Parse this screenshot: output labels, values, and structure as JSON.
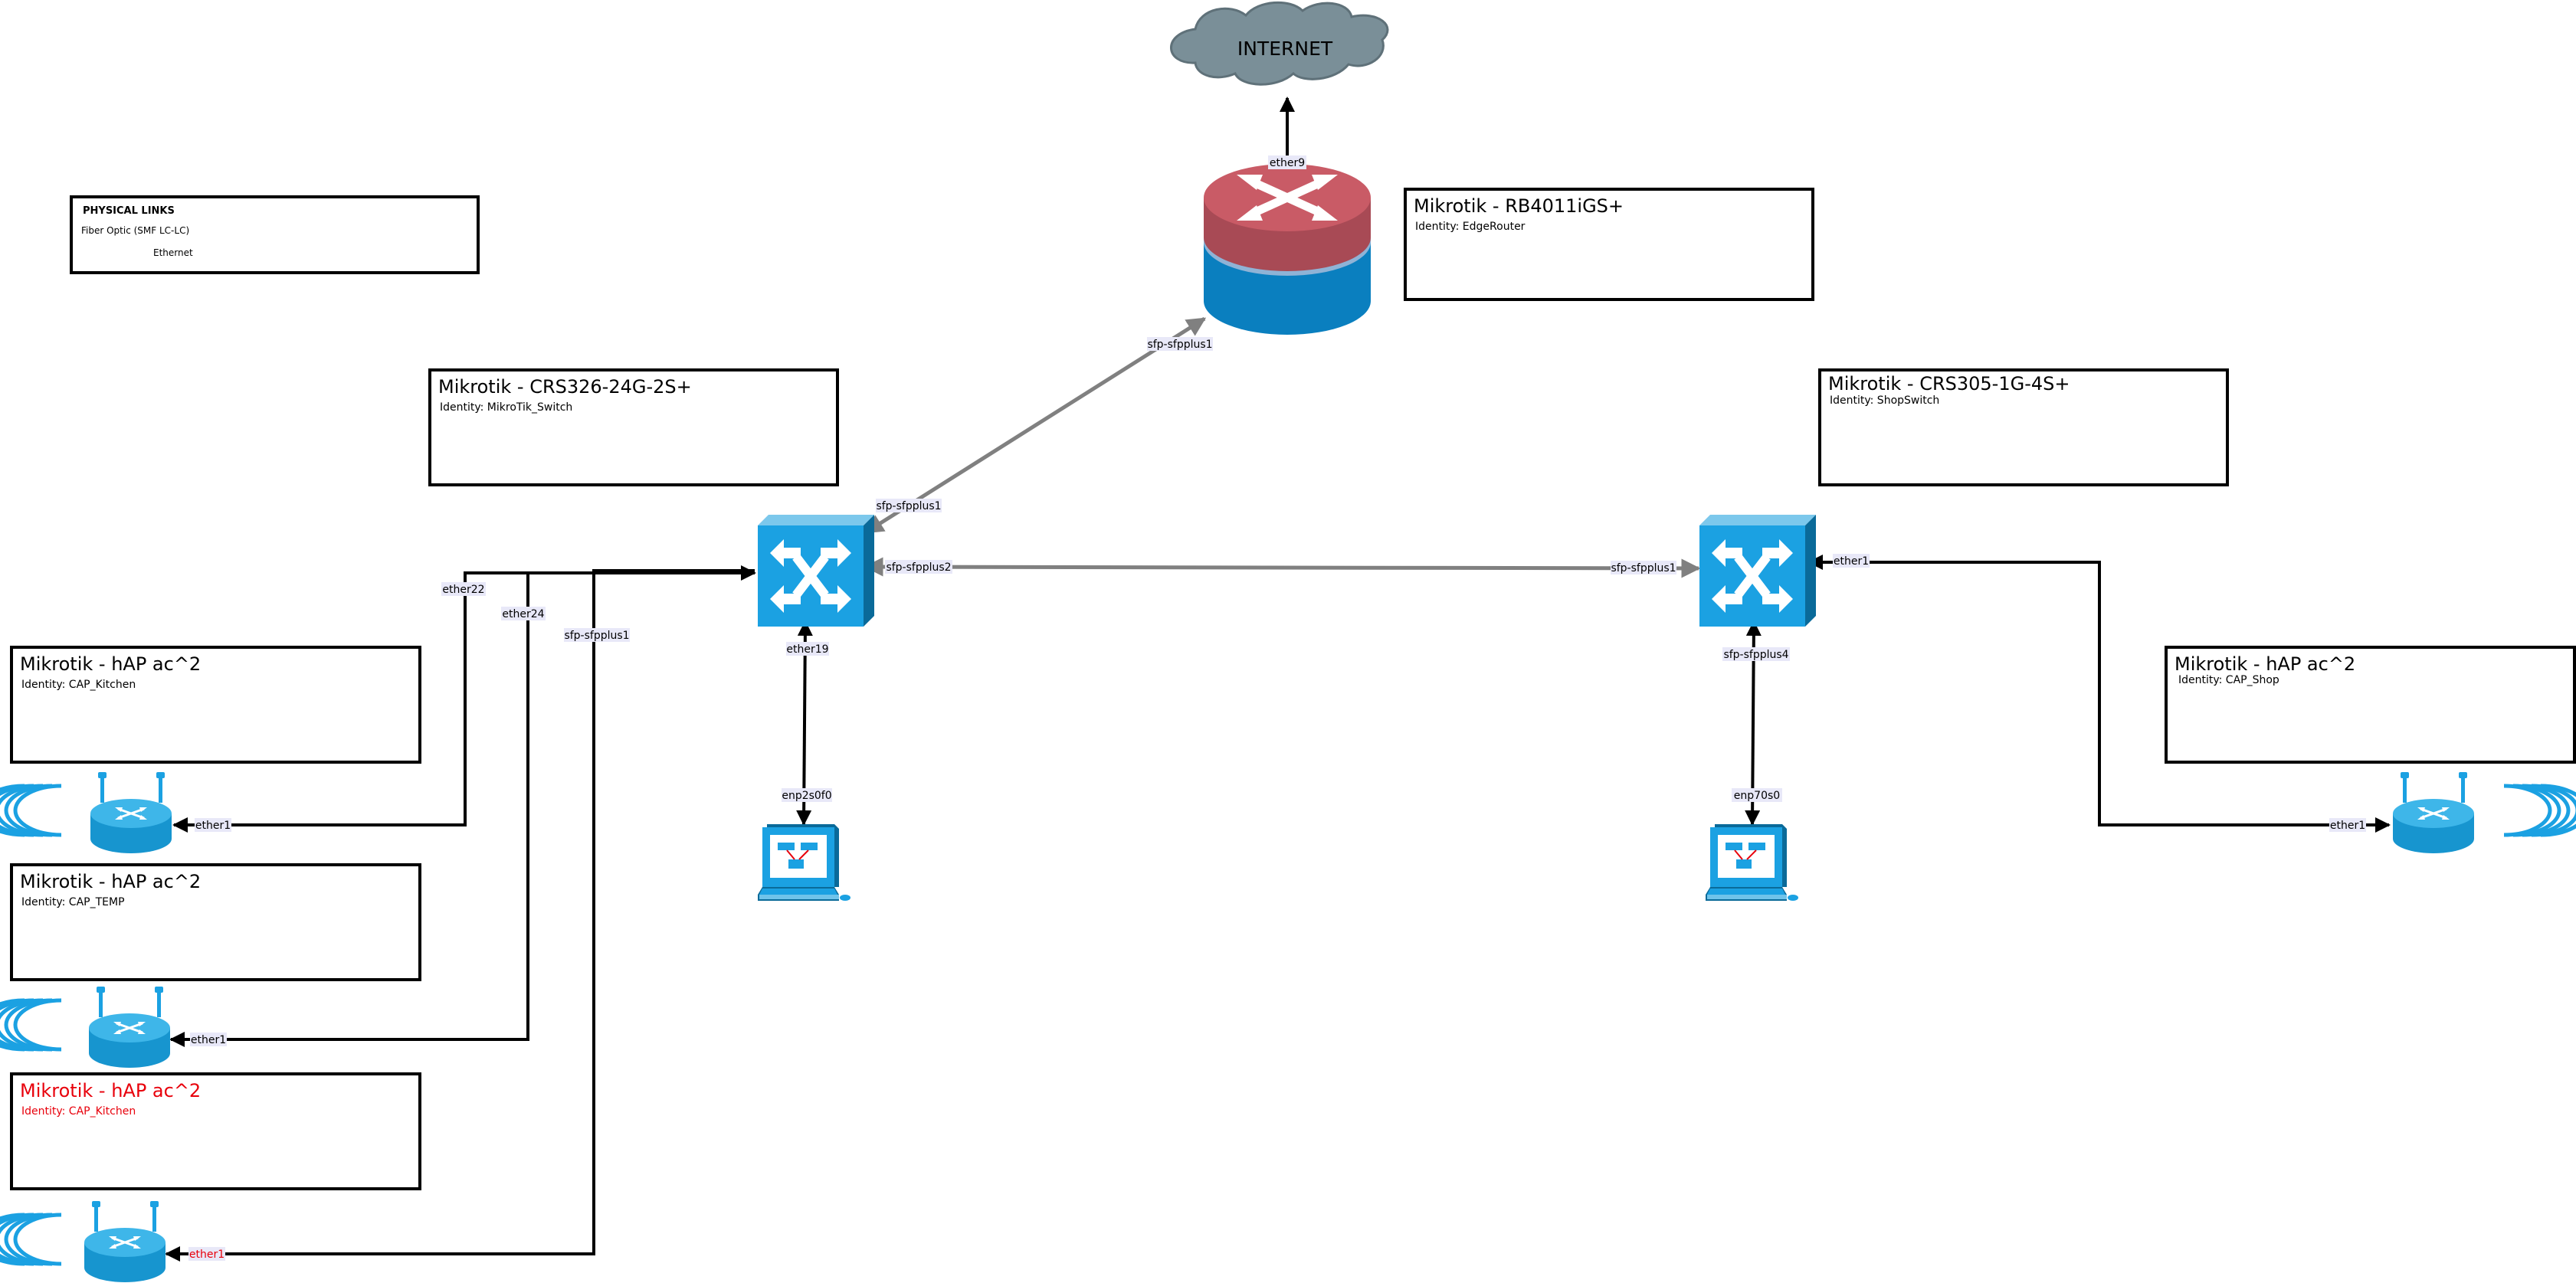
{
  "diagram": {
    "internet_label": "INTERNET",
    "legend": {
      "heading": "PHYSICAL LINKS",
      "fiber_label": "Fiber Optic (SMF LC-LC)",
      "ethernet_label": "Ethernet"
    },
    "devices": {
      "edge_router": {
        "title": "Mikrotik - RB4011iGS+",
        "identity": "Identity: EdgeRouter"
      },
      "main_switch": {
        "title": "Mikrotik - CRS326-24G-2S+",
        "identity": "Identity: MikroTik_Switch"
      },
      "shop_switch": {
        "title": "Mikrotik - CRS305-1G-4S+",
        "identity": "Identity: ShopSwitch"
      },
      "ap_kitchen": {
        "title": "Mikrotik - hAP ac^2",
        "identity": "Identity: CAP_Kitchen"
      },
      "ap_temp": {
        "title": "Mikrotik - hAP ac^2",
        "identity": "Identity: CAP_TEMP"
      },
      "ap_kitchen_alt": {
        "title": "Mikrotik - hAP ac^2",
        "identity": "Identity: CAP_Kitchen"
      },
      "ap_shop": {
        "title": "Mikrotik - hAP ac^2",
        "identity": "Identity: CAP_Shop"
      }
    },
    "ports": {
      "router_ether9": "ether9",
      "router_sfp": "sfp-sfpplus1",
      "switch_sfp1": "sfp-sfpplus1",
      "switch_sfp2": "sfp-sfpplus2",
      "switch_ether22": "ether22",
      "switch_ether24": "ether24",
      "switch_sfp1_b": "sfp-sfpplus1",
      "switch_ether19": "ether19",
      "pc1_nic": "enp2s0f0",
      "shop_sfp1": "sfp-sfpplus1",
      "shop_ether1": "ether1",
      "shop_sfp4": "sfp-sfpplus4",
      "pc2_nic": "enp70s0",
      "ap1_ether1": "ether1",
      "ap2_ether1": "ether1",
      "ap3_ether1": "ether1",
      "ap4_ether1": "ether1"
    },
    "colors": {
      "fiber": "#808080",
      "ethernet": "#000000",
      "device_blue": "#1ba1e2",
      "router_red": "#c95b66",
      "cloud_gray": "#7a8f98",
      "alert_red": "#e8000b",
      "port_label_bg": "#e8e8f8"
    }
  }
}
